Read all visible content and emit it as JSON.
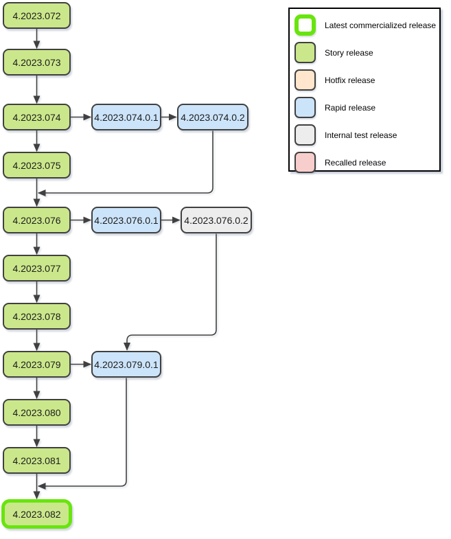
{
  "diagram": {
    "main_nodes": [
      {
        "label": "4.2023.072",
        "type": "story"
      },
      {
        "label": "4.2023.073",
        "type": "story"
      },
      {
        "label": "4.2023.074",
        "type": "story"
      },
      {
        "label": "4.2023.075",
        "type": "story"
      },
      {
        "label": "4.2023.076",
        "type": "story"
      },
      {
        "label": "4.2023.077",
        "type": "story"
      },
      {
        "label": "4.2023.078",
        "type": "story"
      },
      {
        "label": "4.2023.079",
        "type": "story"
      },
      {
        "label": "4.2023.080",
        "type": "story"
      },
      {
        "label": "4.2023.081",
        "type": "story"
      },
      {
        "label": "4.2023.082",
        "type": "latest"
      }
    ],
    "branch_nodes": [
      {
        "label": "4.2023.074.0.1",
        "type": "rapid"
      },
      {
        "label": "4.2023.074.0.2",
        "type": "rapid"
      },
      {
        "label": "4.2023.076.0.1",
        "type": "rapid"
      },
      {
        "label": "4.2023.076.0.2",
        "type": "internal"
      },
      {
        "label": "4.2023.079.0.1",
        "type": "rapid"
      }
    ]
  },
  "legend": {
    "items": [
      {
        "label": "Latest commercialized release",
        "type": "latest"
      },
      {
        "label": "Story release",
        "type": "story"
      },
      {
        "label": "Hotfix release",
        "type": "hotfix"
      },
      {
        "label": "Rapid release",
        "type": "rapid"
      },
      {
        "label": "Internal test release",
        "type": "internal"
      },
      {
        "label": "Recalled release",
        "type": "recalled"
      }
    ]
  },
  "colors": {
    "story_fill": "#cbe78b",
    "rapid_fill": "#cce4fa",
    "internal_fill": "#ededed",
    "hotfix_fill": "#ffe6cc",
    "recalled_fill": "#f8cecc",
    "latest_border": "#68e50d",
    "node_border": "#404040",
    "connector": "#404040",
    "legend_border": "#000000"
  }
}
